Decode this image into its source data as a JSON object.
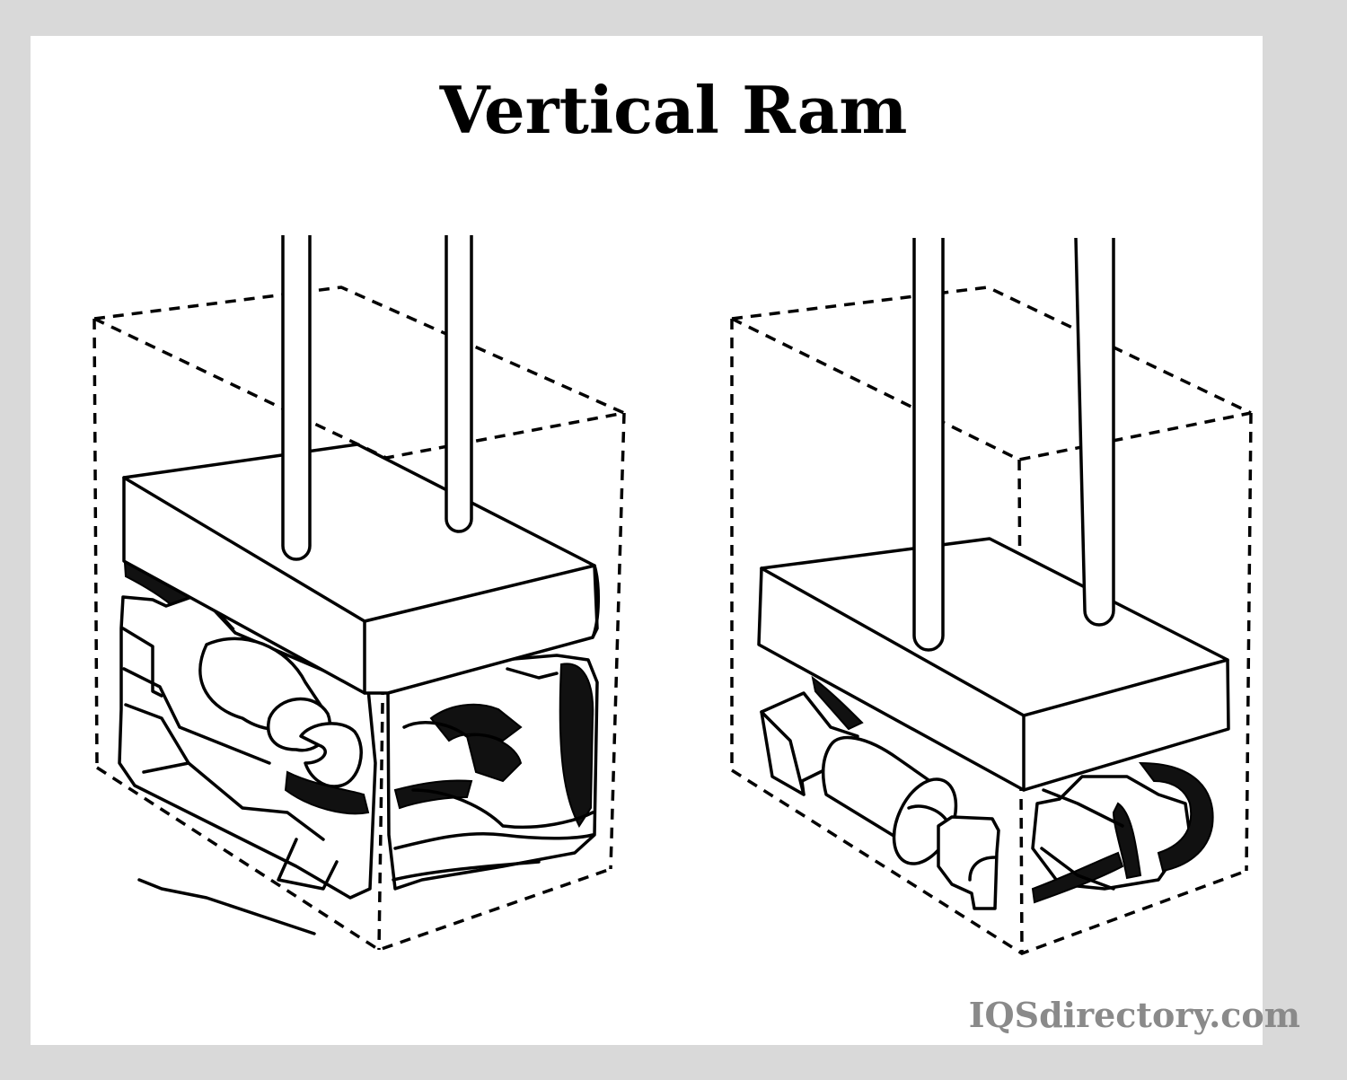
{
  "title": "Vertical Ram",
  "watermark": "IQSdirectory.com",
  "colors": {
    "background_frame": "#d9d9d9",
    "panel": "#ffffff",
    "ink": "#000000",
    "watermark": "#8a8a8a"
  },
  "illustrations": [
    {
      "name": "ram-compressing-material",
      "state": "compressed"
    },
    {
      "name": "ram-above-material",
      "state": "uncompressed"
    }
  ]
}
